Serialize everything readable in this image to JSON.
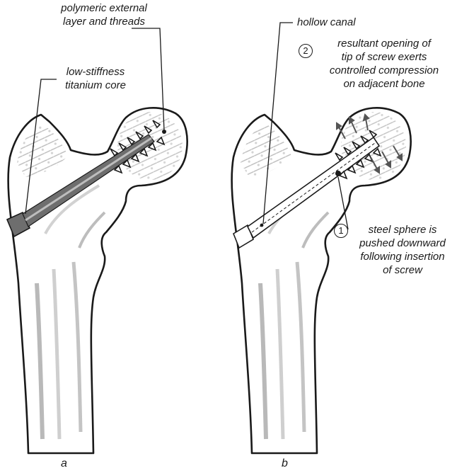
{
  "panel_a": {
    "letter": "a",
    "label_outer": [
      "polymeric external",
      "layer and threads"
    ],
    "label_core": [
      "low-stiffness",
      "titanium core"
    ]
  },
  "panel_b": {
    "letter": "b",
    "label_canal": "hollow canal",
    "step2_number": "2",
    "step2_text": [
      "resultant opening of",
      "tip of screw exerts",
      "controlled compression",
      "on adjacent bone"
    ],
    "step1_number": "1",
    "step1_text": [
      "steel sphere is",
      "pushed downward",
      "following insertion",
      "of screw"
    ]
  },
  "colors": {
    "outline": "#1a1a1a",
    "bone_fill": "#ffffff",
    "cancellous_shade": "#c8c8c8",
    "trabecular_shade": "#9a9a9a",
    "screw_outer": "#6e6e6e",
    "screw_core": "#bdbdbd"
  }
}
